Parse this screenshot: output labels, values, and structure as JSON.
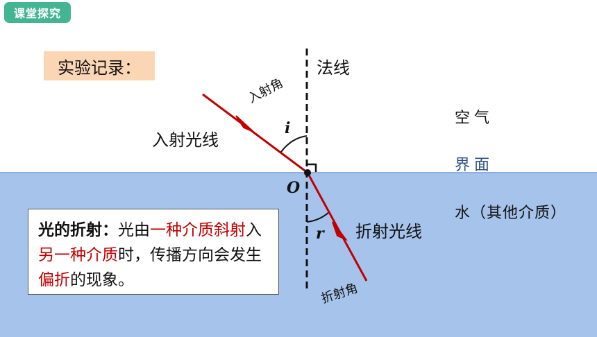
{
  "badge": {
    "label": "课堂探究"
  },
  "record": {
    "label": "实验记录："
  },
  "labels": {
    "normal": "法线",
    "incident_angle": "入射角",
    "incident_ray": "入射光线",
    "air": "空气",
    "interface": "界面",
    "water": "水（其他介质）",
    "refracted_ray": "折射光线",
    "refraction_angle": "折射角"
  },
  "symbols": {
    "i": "i",
    "o": "O",
    "r": "r"
  },
  "definition": {
    "title": "光的折射：",
    "p1": "光由",
    "p2": "一种介质",
    "p3": "斜射",
    "p4": "入",
    "p5": "另一种介质",
    "p6": "时，传",
    "p7": "播方向会发生",
    "p8": "偏折",
    "p9": "的现象。"
  },
  "colors": {
    "ray": "#c00000",
    "water": "#a6c3eb",
    "badge": "#44b591",
    "record_bg": "#fbd6b4",
    "interface_text": "#2f4f86"
  }
}
